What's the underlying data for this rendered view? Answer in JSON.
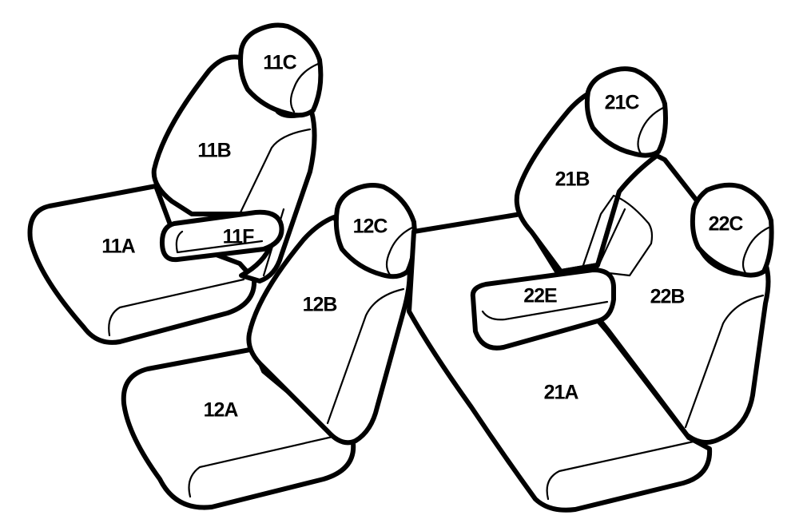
{
  "labels": {
    "p11a": "11A",
    "p11b": "11B",
    "p11c": "11C",
    "p11f": "11F",
    "p12a": "12A",
    "p12b": "12B",
    "p12c": "12C",
    "p21a": "21A",
    "p21b": "21B",
    "p21c": "21C",
    "p22b": "22B",
    "p22c": "22C",
    "p22e": "22E"
  },
  "colors": {
    "stroke": "#000000",
    "fill": "#ffffff"
  }
}
